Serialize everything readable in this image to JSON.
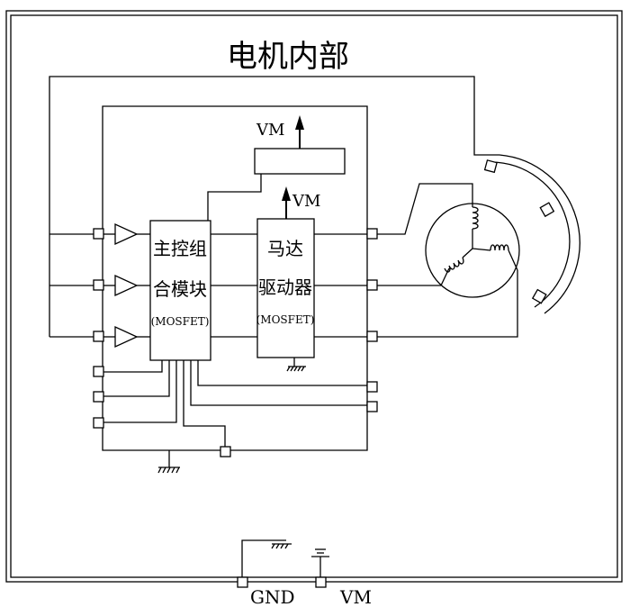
{
  "title": "电机内部",
  "controller": {
    "line1": "主控组",
    "line2": "合模块",
    "line3": "(MOSFET)"
  },
  "driver": {
    "line1": "马达",
    "line2": "驱动器",
    "line3": "(MOSFET)"
  },
  "labels": {
    "vm_top": "VM",
    "vm_driver": "VM",
    "gnd": "GND",
    "vm_bottom": "VM"
  }
}
